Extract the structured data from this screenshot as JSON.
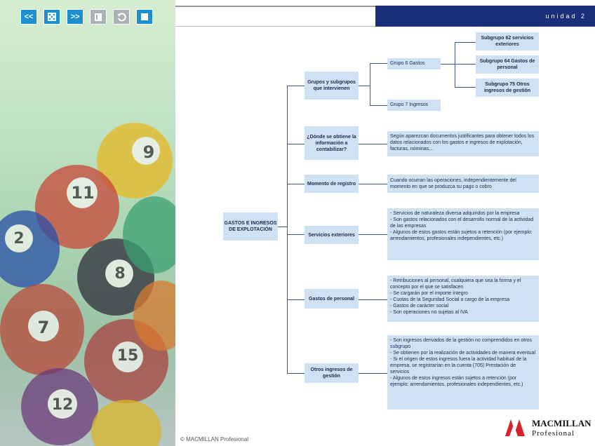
{
  "nav": [
    {
      "name": "prev-button",
      "label": "<<",
      "icon": "prev-icon"
    },
    {
      "name": "index-button",
      "label": "",
      "icon": "dice-icon"
    },
    {
      "name": "next-button",
      "label": ">>",
      "icon": "next-icon"
    },
    {
      "name": "book-button",
      "label": "",
      "icon": "book-icon"
    },
    {
      "name": "back-button",
      "label": "",
      "icon": "undo-icon"
    },
    {
      "name": "stop-button",
      "label": "",
      "icon": "stop-icon"
    }
  ],
  "header": {
    "unit_label": "unidad 2"
  },
  "diagram": {
    "root": "GASTOS E INGRESOS DE EXPLOTACIÓN",
    "group_question": "Grupos y subgrupos que intervienen",
    "group6": "Grupo 6 Gastos",
    "group7": "Grupo 7 Ingresos",
    "sub62": "Subgrupo 62 servicios exteriores",
    "sub64": "Subgrupo 64 Gastos de personal",
    "sub75": "Subgrupo 75 Otros ingresos de gestión",
    "where_question": "¿Dónde se obtiene la información a contabilizar?",
    "where_answer": "Según aparezcan documentos justificantes para obtener todos los datos relacionados con los gastos e ingresos de explotación, facturas, nóminas...",
    "moment_title": "Momento de registro",
    "moment_answer": "Cuando ocurran las operaciones, independientemente del momento en que se produzca su pago o cobro",
    "services_title": "Servicios exteriores",
    "services_items": [
      "- Servicios de naturaleza diversa adquiridos por la empresa",
      "- Son gastos relacionados con el desarrollo normal de la actividad de las empresas",
      "- Algunos de estos gastos están sujetos a retención (por ejemplo: arrendamientos, profesionales independientes, etc.)"
    ],
    "personnel_title": "Gastos de personal",
    "personnel_items": [
      "- Retribuciones al personal, cualquiera que sea la forma y el concepto por el que se satisfacen",
      "- Se cargarán por el importe íntegro",
      "- Cuotas de la Seguridad Social a cargo de la empresa",
      "- Gastos de carácter social",
      "- Son operaciones no sujetas al IVA"
    ],
    "other_title": "Otros ingresos de gestión",
    "other_items": [
      "- Son ingresos derivados de la gestión no comprendidos en otros subgrupo",
      "- Se obtienen por la realización de actividades de manera eventual",
      "- Si el origen de estos ingresos fuera la actividad habitual de la empresa, se registrarían en la cuenta (705) Prestación de servicios",
      "- Algunos de estos ingresos están sujetos a retención (por ejemplo: arrendamientos, profesionales independientes, etc.)"
    ]
  },
  "footer": {
    "copyright": "© MACMILLAN Profesional",
    "logo_top": "MACMILLAN",
    "logo_bottom": "Profesional"
  },
  "colors": {
    "accent": "#1a2f7a",
    "box": "#cfe1f3",
    "nav_blue": "#1b8fd0",
    "logo_red": "#d8232a"
  }
}
